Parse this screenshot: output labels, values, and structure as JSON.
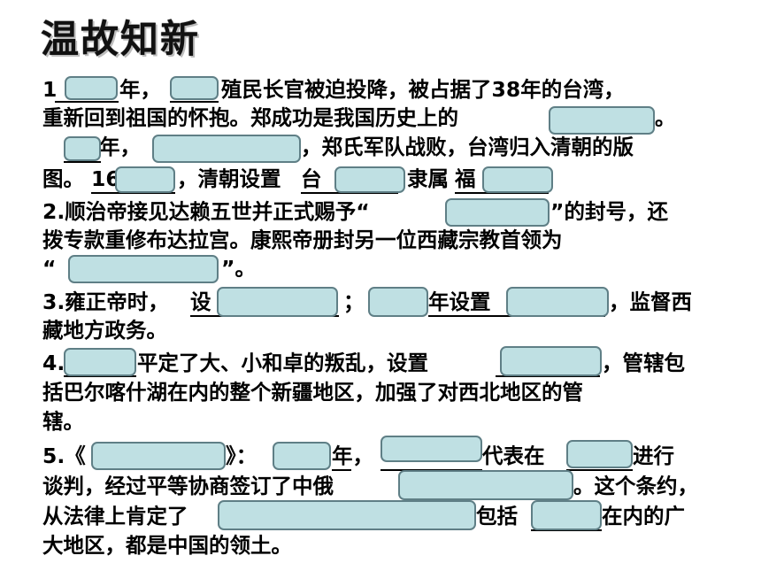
{
  "title": "温故知新",
  "p1": {
    "l1_a": "1",
    "l1_b": "年，",
    "l1_c": "殖民长官被迫投降，被占据了38年的台湾，",
    "l2": "重新回到祖国的怀抱。郑成功是我国历史上的",
    "l2_end": "。",
    "l3_a": "年，",
    "l3_b": "，郑氏军队战败，台湾归入清朝的版",
    "l4_a": "图。",
    "l4_b": "16",
    "l4_c": "，清朝设置",
    "l4_d": "台",
    "l4_e": "隶属",
    "l4_f": "福"
  },
  "p2": {
    "l1_a": "2.顺治帝接见达赖五世并正式赐予“",
    "l1_b": "”的封号，还",
    "l2": "拨专款重修布达拉宫。康熙帝册封另一位西藏宗教首领为",
    "l3_a": "“",
    "l3_b": "”。"
  },
  "p3": {
    "l1_a": "3.雍正帝时，",
    "l1_b": "设",
    "l1_c": "；",
    "l1_d": "年设置",
    "l1_e": "，监督西",
    "l2": "藏地方政务。"
  },
  "p4": {
    "l1_a": "4.",
    "l1_b": "平定了大、小和卓的叛乱，设置",
    "l1_c": "，管辖包",
    "l2": "括巴尔喀什湖在内的整个新疆地区，加强了对西北地区的管",
    "l3": "辖。"
  },
  "p5": {
    "l1_a": "5.《",
    "l1_b": "》：",
    "l1_c": "年，",
    "l1_d": "代表在",
    "l1_e": "进行",
    "l2_a": "谈判，经过平等协商签订了中俄",
    "l2_b": "。这个条约，",
    "l3_a": "从法律上肯定了",
    "l3_b": "包括",
    "l3_c": "在内的广",
    "l4": "大地区，都是中国的领土。"
  },
  "colors": {
    "blank_fill": "#bfe0e3",
    "blank_border": "#5f7f86"
  }
}
